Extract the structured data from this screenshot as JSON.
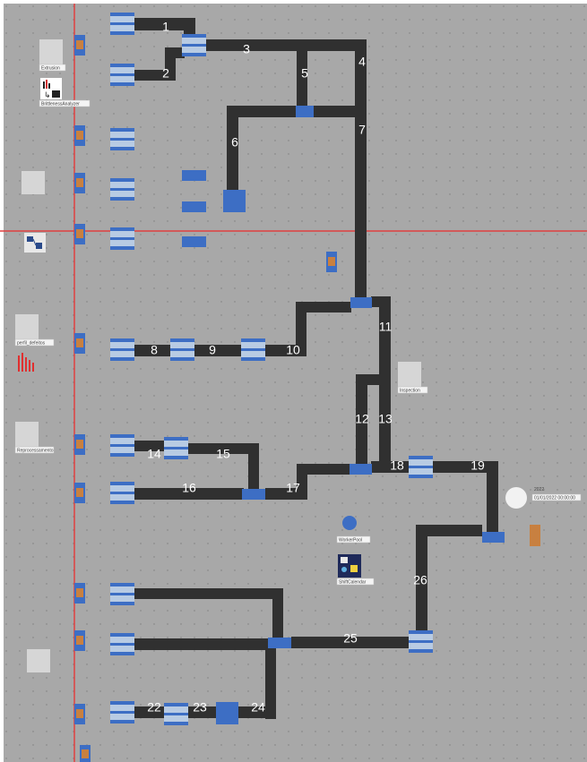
{
  "colors": {
    "background": "#a8a8a8",
    "track": "#303030",
    "blue": "#3d6ec4",
    "light_blue": "#b8cbe3",
    "red_line": "#e04040",
    "orange": "#c88040"
  },
  "segment_labels": [
    "1",
    "2",
    "3",
    "4",
    "5",
    "6",
    "7",
    "8",
    "9",
    "10",
    "11",
    "12",
    "13",
    "14",
    "15",
    "16",
    "17",
    "18",
    "19",
    "22",
    "23",
    "24",
    "25",
    "26"
  ],
  "tags": {
    "extrusion": "Extrusion",
    "widget": "BrittlenessAnalyzer",
    "perfil": "perfil_defeitos",
    "reprocessamento": "Reprocessamento",
    "inspection": "Inspection",
    "worker_pool": "WorkerPool",
    "shift_calendar": "ShiftCalendar",
    "clock_lines": [
      "2022",
      "01/01/2022 00:00:00"
    ]
  }
}
